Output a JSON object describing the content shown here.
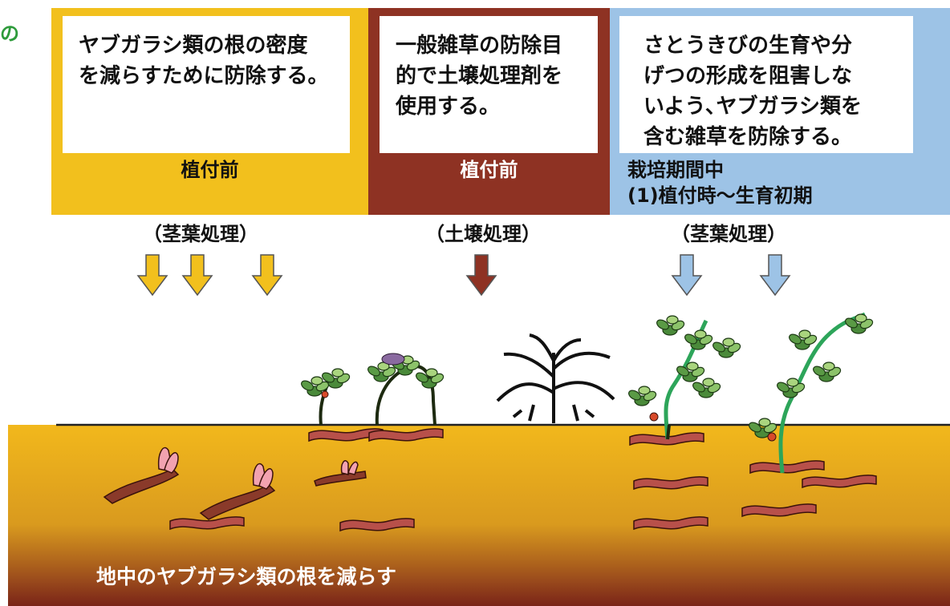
{
  "edge_char": "の",
  "panels": [
    {
      "text": "ヤブガラシ類の根の密度\nを減らすために防除する。",
      "phase": "植付前",
      "color": "#f2c01d"
    },
    {
      "text": "一般雑草の防除目\n的で土壌処理剤を\n使用する。",
      "phase": "植付前",
      "color": "#8e3223"
    },
    {
      "text": "さとうきびの生育や分\nげつの形成を阻害しな\nいよう､ヤブガラシ類を\n含む雑草を防除する。",
      "phase": "栽培期間中\n(1)植付時～生育初期",
      "color": "#9dc3e6"
    }
  ],
  "treatments": [
    {
      "label": "（茎葉処理）",
      "arrow_color": "#f2c01d"
    },
    {
      "label": "（土壌処理）",
      "arrow_color": "#8e3223"
    },
    {
      "label": "（茎葉処理）",
      "arrow_color": "#9dc3e6"
    }
  ],
  "soil_label": "地中のヤブガラシ類の根を減らす"
}
